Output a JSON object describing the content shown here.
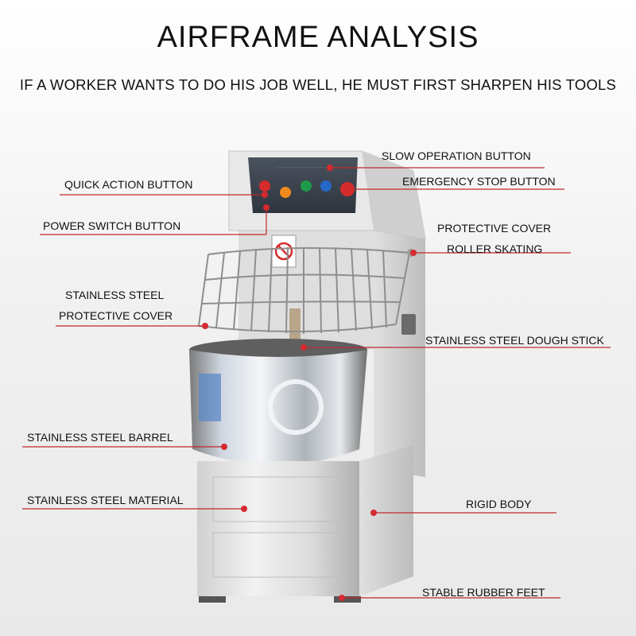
{
  "title": "AIRFRAME ANALYSIS",
  "subtitle": "IF A WORKER WANTS TO DO HIS JOB WELL, HE MUST FIRST SHARPEN HIS TOOLS",
  "colors": {
    "callout_line": "#c0282c",
    "dot": "#d42a2f",
    "button_red": "#d62b2b",
    "button_orange": "#f08a1c",
    "button_green": "#1f9a4a",
    "button_blue": "#2469c8",
    "steel_light": "#f1f1f1",
    "steel_mid": "#d2d2d2",
    "steel_dark": "#8c8c8c",
    "panel_dark": "#3d4450",
    "label_accent": "#5b89c8"
  },
  "labels": {
    "slow_operation_button": "SLOW OPERATION BUTTON",
    "emergency_stop_button": "EMERGENCY STOP BUTTON",
    "quick_action_button": "QUICK ACTION BUTTON",
    "power_switch_button": "POWER SWITCH BUTTON",
    "protective_cover": "PROTECTIVE COVER",
    "roller_skating": "ROLLER SKATING",
    "stainless_steel_protective_cover_line1": "STAINLESS STEEL",
    "stainless_steel_protective_cover_line2": "PROTECTIVE COVER",
    "stainless_steel_dough_stick": "STAINLESS STEEL DOUGH STICK",
    "stainless_steel_barrel": "STAINLESS STEEL BARREL",
    "stainless_steel_material": "STAINLESS STEEL MATERIAL",
    "rigid_body": "RIGID BODY",
    "stable_rubber_feet": "STABLE RUBBER FEET"
  }
}
